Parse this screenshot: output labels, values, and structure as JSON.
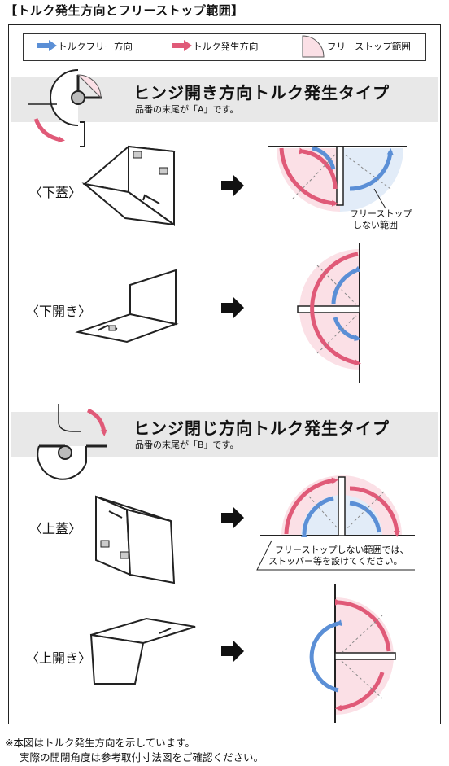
{
  "title": "【トルク発生方向とフリーストップ範囲】",
  "legend": {
    "free": "トルクフリー方向",
    "torque": "トルク発生方向",
    "range": "フリーストップ範囲"
  },
  "colors": {
    "free_arrow": "#5b8fd6",
    "torque_arrow": "#e05a78",
    "range_pink": "#fbe0e6",
    "range_blue": "#e2ecf8",
    "band": "#e8e8e8"
  },
  "section_a": {
    "title": "ヒンジ開き方向トルク発生タイプ",
    "subtitle": "品番の末尾が「A」です。",
    "case1_label": "〈下蓋〉",
    "case2_label": "〈下開き〉",
    "note_line1": "フリーストップ",
    "note_line2": "しない範囲"
  },
  "section_b": {
    "title": "ヒンジ閉じ方向トルク発生タイプ",
    "subtitle": "品番の末尾が「B」です。",
    "case1_label": "〈上蓋〉",
    "case2_label": "〈上開き〉",
    "note_line1": "フリーストップしない範囲では、",
    "note_line2": "ストッパー等を設けてください。"
  },
  "footnote": {
    "line1": "※本図はトルク発生方向を示しています。",
    "line2": "実際の開閉角度は参考取付寸法図をご確認ください。"
  },
  "icons": [
    "right-arrow-icon",
    "hinge-icon",
    "rotation-arrow-icon"
  ]
}
